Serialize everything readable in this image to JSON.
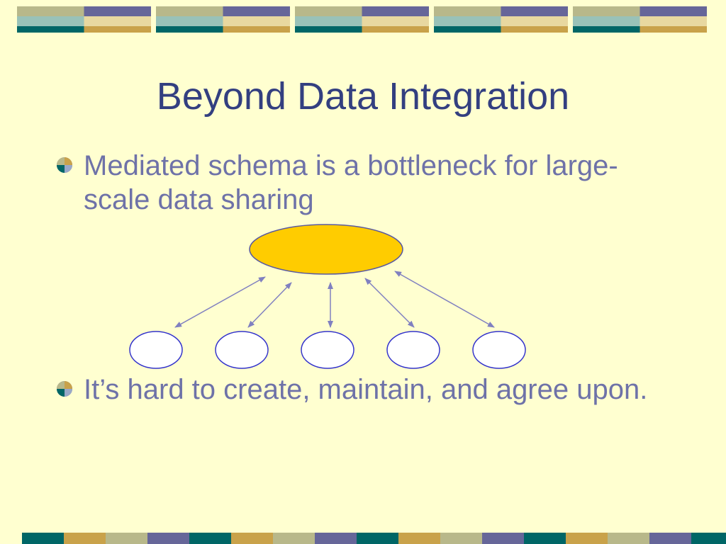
{
  "slide": {
    "title": "Beyond Data Integration",
    "bullets": [
      {
        "text": "Mediated schema is a bottleneck for large-scale data sharing"
      },
      {
        "text": "It’s hard to create, maintain, and agree upon."
      }
    ]
  },
  "colors": {
    "background": "#FFFFD0",
    "title": "#333F80",
    "bullet_text": "#6E72A8",
    "mediated_schema_fill": "#FFCC00",
    "source_stroke": "#3333CC",
    "arrow": "#8080C0",
    "banner_teal": "#006666",
    "banner_gold": "#C9A24A",
    "banner_purple": "#666699",
    "banner_sage": "#B8B88A",
    "banner_light_teal": "#99C2B8",
    "banner_light_gold": "#E8D8A0"
  },
  "icons": {
    "bullet": "quartered-circle-bullet-icon"
  }
}
